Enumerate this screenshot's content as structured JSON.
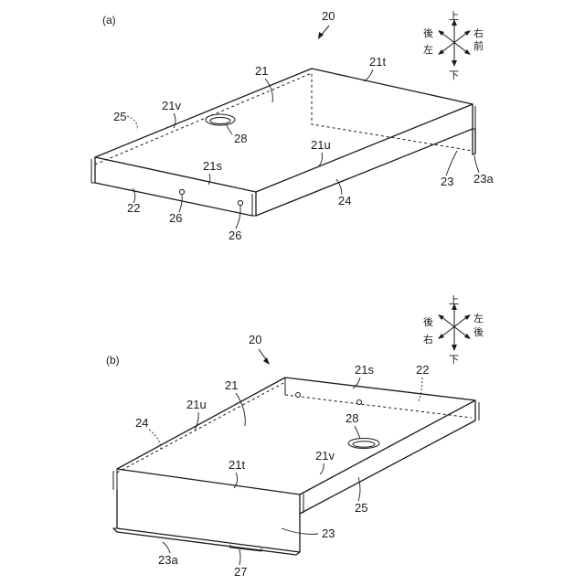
{
  "figure_a": {
    "caption": "(a)",
    "assembly_label": "20",
    "orientation": {
      "up": "上",
      "down": "下",
      "upper_left": "後",
      "lower_left": "左",
      "upper_right": "右",
      "lower_right": "前"
    },
    "labels": {
      "top_plate": "21",
      "edge_21t": "21t",
      "edge_21v": "21v",
      "edge_21u": "21u",
      "edge_21s": "21s",
      "wall_25": "25",
      "hole_28": "28",
      "wall_22": "22",
      "hole_26_a": "26",
      "hole_26_b": "26",
      "wall_24": "24",
      "wall_23": "23",
      "flange_23a": "23a"
    }
  },
  "figure_b": {
    "caption": "(b)",
    "assembly_label": "20",
    "orientation": {
      "up": "上",
      "down": "下",
      "upper_left": "後",
      "lower_left": "右",
      "upper_right": "左",
      "lower_right": "後"
    },
    "labels": {
      "top_plate": "21",
      "edge_21s": "21s",
      "wall_22": "22",
      "edge_21u": "21u",
      "wall_24": "24",
      "hole_28": "28",
      "edge_21t": "21t",
      "edge_21v": "21v",
      "wall_25": "25",
      "wall_23": "23",
      "flange_23a": "23a",
      "tab_27": "27"
    }
  }
}
